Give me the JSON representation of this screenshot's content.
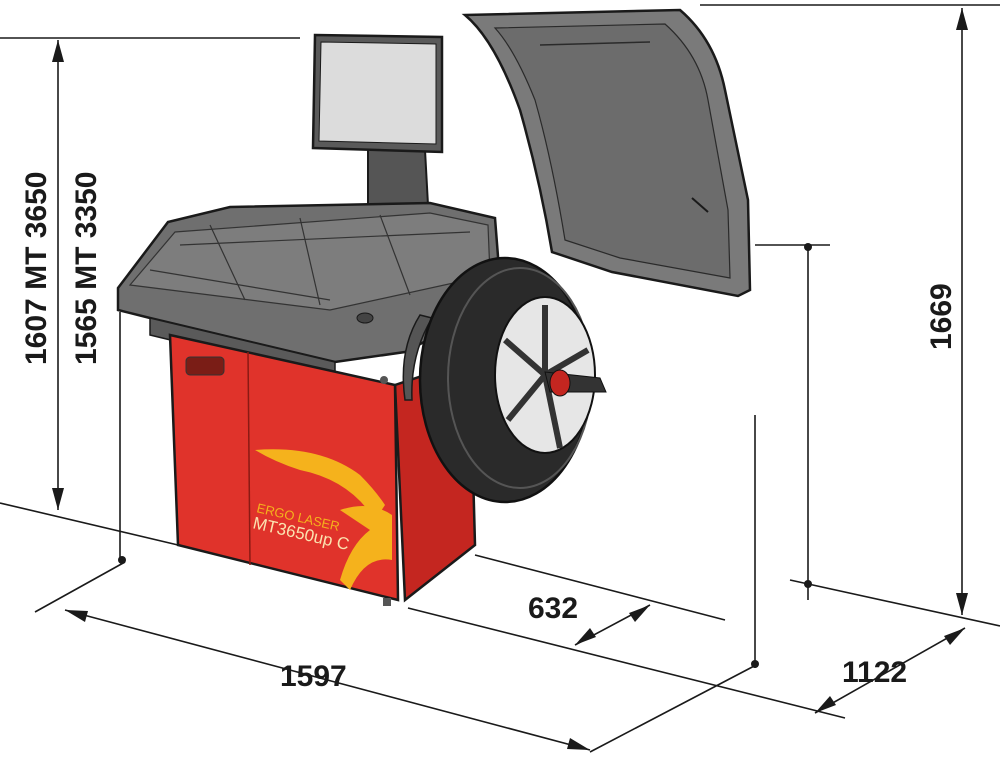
{
  "dimensions": {
    "height_mt3650": "1607 MT 3650",
    "height_mt3350": "1565 MT 3350",
    "hood_open_height": "1669",
    "depth": "632",
    "width": "1597",
    "hood_depth": "1122"
  },
  "machine": {
    "series_label": "ERGO LASER",
    "model_label": "MT3650up C"
  },
  "colors": {
    "cabinet_red": "#e0332b",
    "cabinet_side": "#c42620",
    "body_gray": "#6f6f6f",
    "hood_gray": "#7a7a7a",
    "decal_yellow": "#f5b21c"
  }
}
